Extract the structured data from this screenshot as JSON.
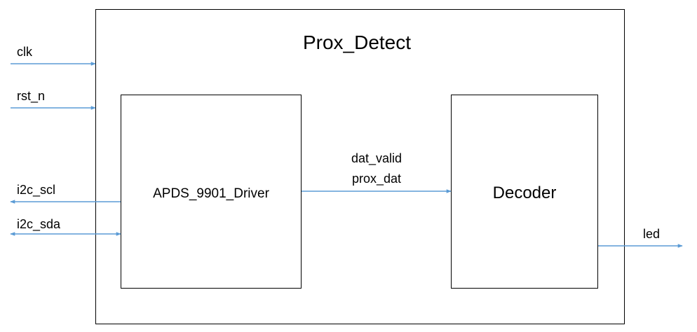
{
  "top_module": {
    "label": "Prox_Detect"
  },
  "driver": {
    "label": "APDS_9901_Driver"
  },
  "decoder": {
    "label": "Decoder"
  },
  "signals": {
    "clk": "clk",
    "rst_n": "rst_n",
    "i2c_scl": "i2c_scl",
    "i2c_sda": "i2c_sda",
    "dat_valid": "dat_valid",
    "prox_dat": "prox_dat",
    "led": "led"
  },
  "colors": {
    "wire": "#5b9bd5",
    "box_stroke": "#000000"
  }
}
